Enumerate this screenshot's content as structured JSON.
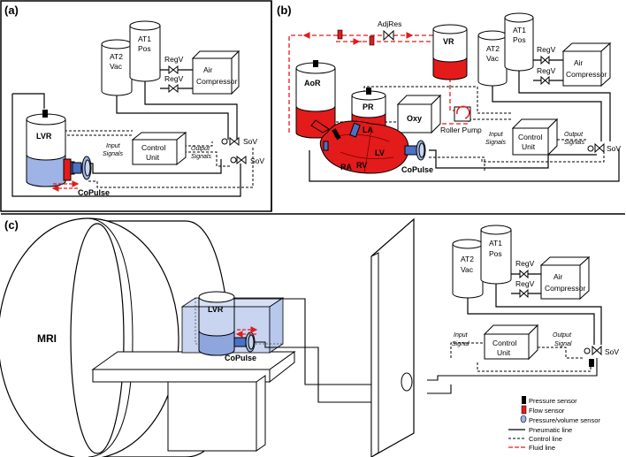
{
  "panels": {
    "a": {
      "label": "(a)",
      "at1_line1": "AT1",
      "at1_line2": "Pos",
      "at2_line1": "AT2",
      "at2_line2": "Vac",
      "regv_top": "RegV",
      "regv_bottom": "RegV",
      "air_line1": "Air",
      "air_line2": "Compressor",
      "lvr": "LVR",
      "control_line1": "Control",
      "control_line2": "Unit",
      "input_line1": "Input",
      "input_line2": "Signals",
      "output_line1": "Output",
      "output_line2": "Signals",
      "sov_top": "SoV",
      "sov_bottom": "SoV",
      "copulse": "CoPulse"
    },
    "b": {
      "label": "(b)",
      "adjres": "AdjRes",
      "vr": "VR",
      "at1_line1": "AT1",
      "at1_line2": "Pos",
      "at2_line1": "AT2",
      "at2_line2": "Vac",
      "regv_top": "RegV",
      "regv_bottom": "RegV",
      "air_line1": "Air",
      "air_line2": "Compressor",
      "aor": "AoR",
      "pr": "PR",
      "oxy": "Oxy",
      "roller_pump": "Roller Pump",
      "input_line1": "Input",
      "input_line2": "Signals",
      "output_line1": "Output",
      "output_line2": "Signals",
      "control_line1": "Control",
      "control_line2": "Unit",
      "sov": "SoV",
      "la": "LA",
      "lv": "LV",
      "ra": "RA",
      "rv": "RV",
      "copulse": "CoPulse"
    },
    "c": {
      "label": "(c)",
      "mri": "MRI",
      "lvr": "LVR",
      "copulse": "CoPulse",
      "at1_line1": "AT1",
      "at1_line2": "Pos",
      "at2_line1": "AT2",
      "at2_line2": "Vac",
      "regv_top": "RegV",
      "regv_bottom": "RegV",
      "air_line1": "Air",
      "air_line2": "Compressor",
      "input_line1": "Input",
      "input_line2": "Signal",
      "output_line1": "Output",
      "output_line2": "Signal",
      "control_line1": "Control",
      "control_line2": "Unit",
      "sov": "SoV"
    }
  },
  "legend": {
    "pressure_sensor": "Pressure sensor",
    "flow_sensor": "Flow sensor",
    "pv_sensor": "Pressure/volume sensor",
    "pneumatic_line": "Pneumatic line",
    "control_line": "Control line",
    "fluid_line": "Fluid line"
  },
  "colors": {
    "fluid": "#e31b1b",
    "water": "#9eb3e6",
    "copulse_blue": "#4a72c4",
    "line": "#000000"
  }
}
